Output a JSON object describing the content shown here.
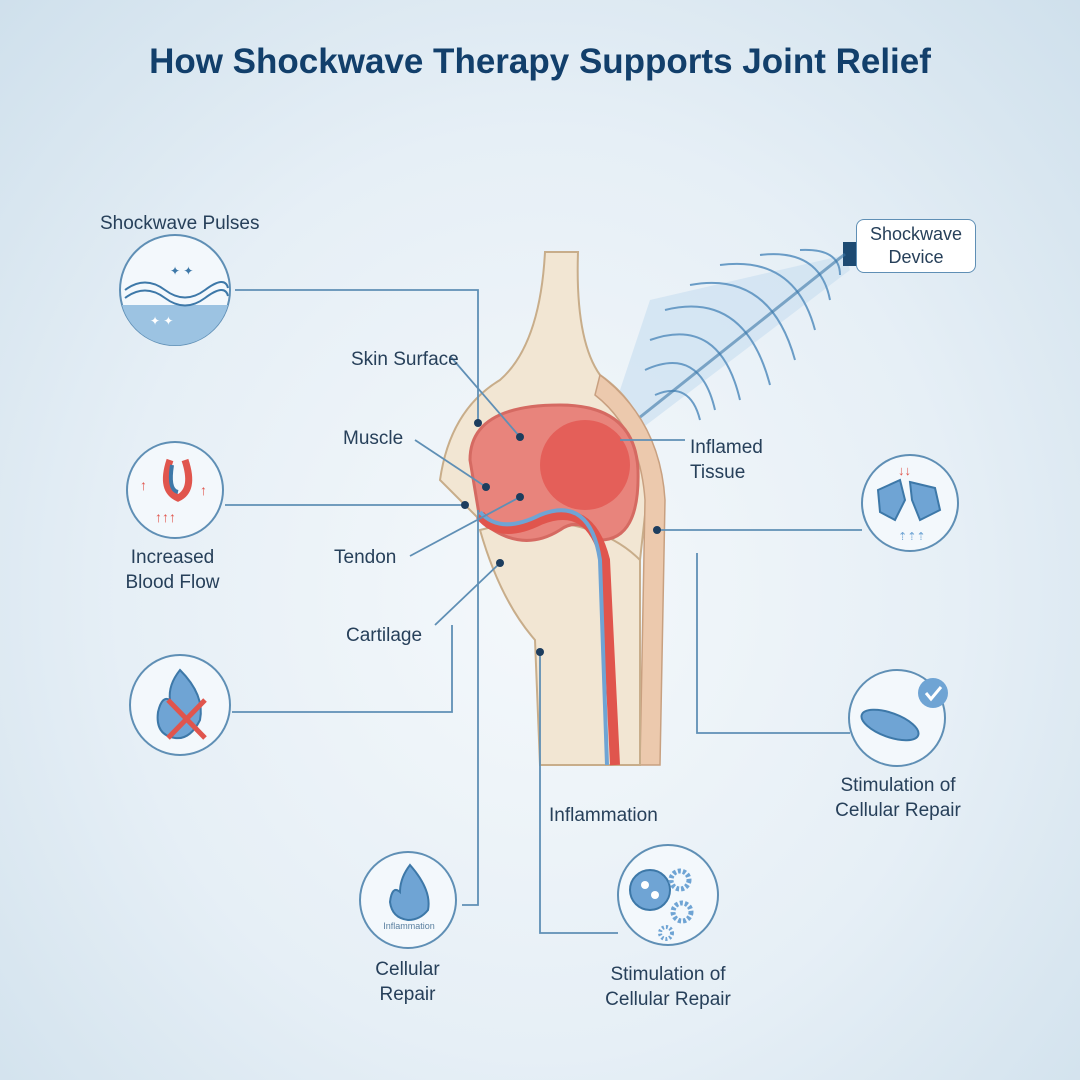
{
  "title": "How Shockwave Therapy Supports Joint Relief",
  "device_label": "Shockwave Device",
  "anatomy_labels": {
    "skin_surface": "Skin Surface",
    "muscle": "Muscle",
    "tendon": "Tendon",
    "cartilage": "Cartilage",
    "inflamed_tissue": "Inflamed Tissue",
    "inflammation": "Inflammation"
  },
  "benefits": {
    "shockwave_pulses": "Shockwave Pulses",
    "blood_flow": "Increased Blood Flow",
    "cellular_repair_left": "Cellular Repair",
    "cellular_repair_icon_text": "Inflammation",
    "stimulation_bottom": "Stimulation of Cellular Repair",
    "stimulation_right": "Stimulation of Cellular Repair"
  },
  "colors": {
    "title": "#123f6b",
    "line": "#5f8fb5",
    "inflamed": "#e2504a",
    "bone": "#f2e6d3"
  }
}
